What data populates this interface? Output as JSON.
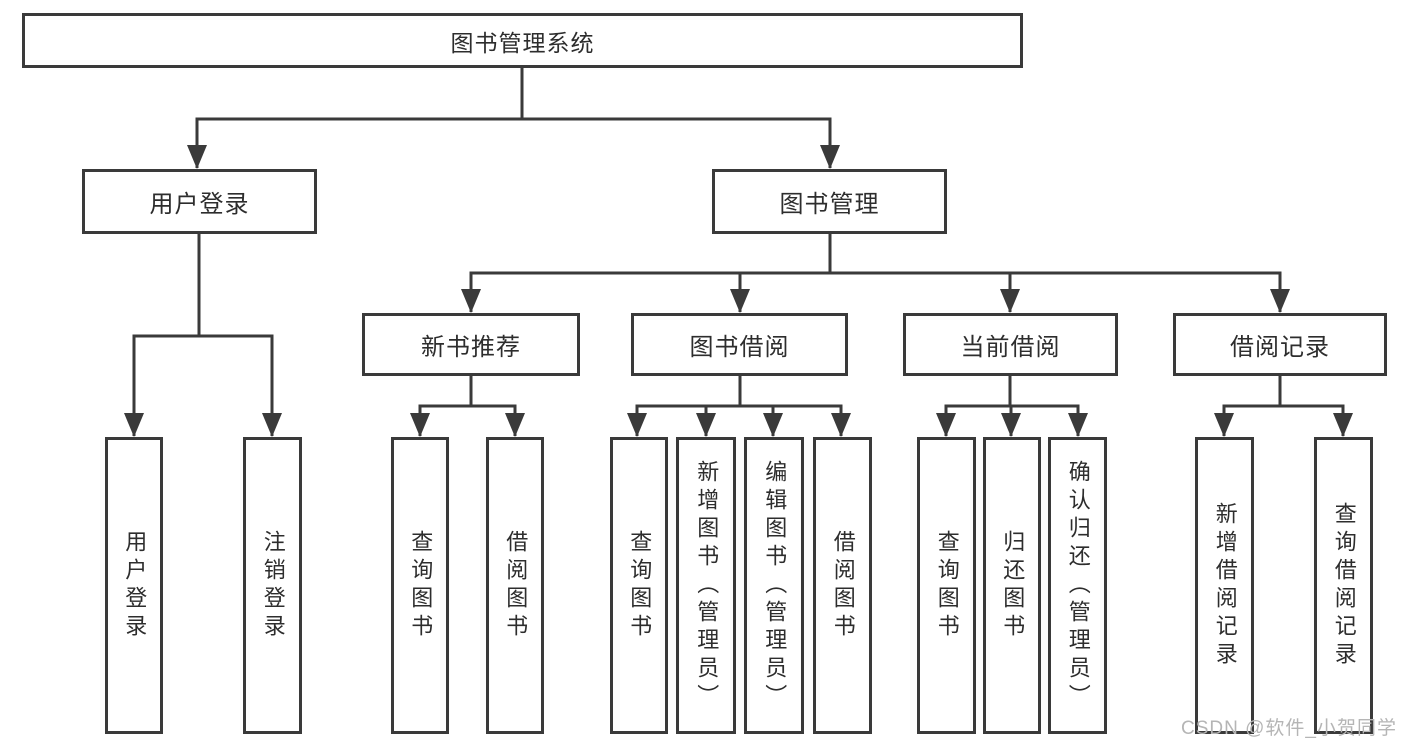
{
  "diagram": {
    "title": "图书管理系统",
    "level1": [
      {
        "label": "用户登录",
        "children": [
          {
            "label": "用户登录"
          },
          {
            "label": "注销登录"
          }
        ]
      },
      {
        "label": "图书管理",
        "children": [
          {
            "label": "新书推荐",
            "children": [
              {
                "label": "查询图书"
              },
              {
                "label": "借阅图书"
              }
            ]
          },
          {
            "label": "图书借阅",
            "children": [
              {
                "label": "查询图书"
              },
              {
                "label": "新增图书（管理员）"
              },
              {
                "label": "编辑图书（管理员）"
              },
              {
                "label": "借阅图书"
              }
            ]
          },
          {
            "label": "当前借阅",
            "children": [
              {
                "label": "查询图书"
              },
              {
                "label": "归还图书"
              },
              {
                "label": "确认归还（管理员）"
              }
            ]
          },
          {
            "label": "借阅记录",
            "children": [
              {
                "label": "新增借阅记录"
              },
              {
                "label": "查询借阅记录"
              }
            ]
          }
        ]
      }
    ]
  },
  "watermark": {
    "text": "CSDN @软件_小贺同学"
  },
  "colors": {
    "line": "#3a3a3a",
    "box_border": "#3a3a3a",
    "text": "#2d2d2d",
    "background": "#ffffff",
    "watermark": "#b5b5b5"
  }
}
